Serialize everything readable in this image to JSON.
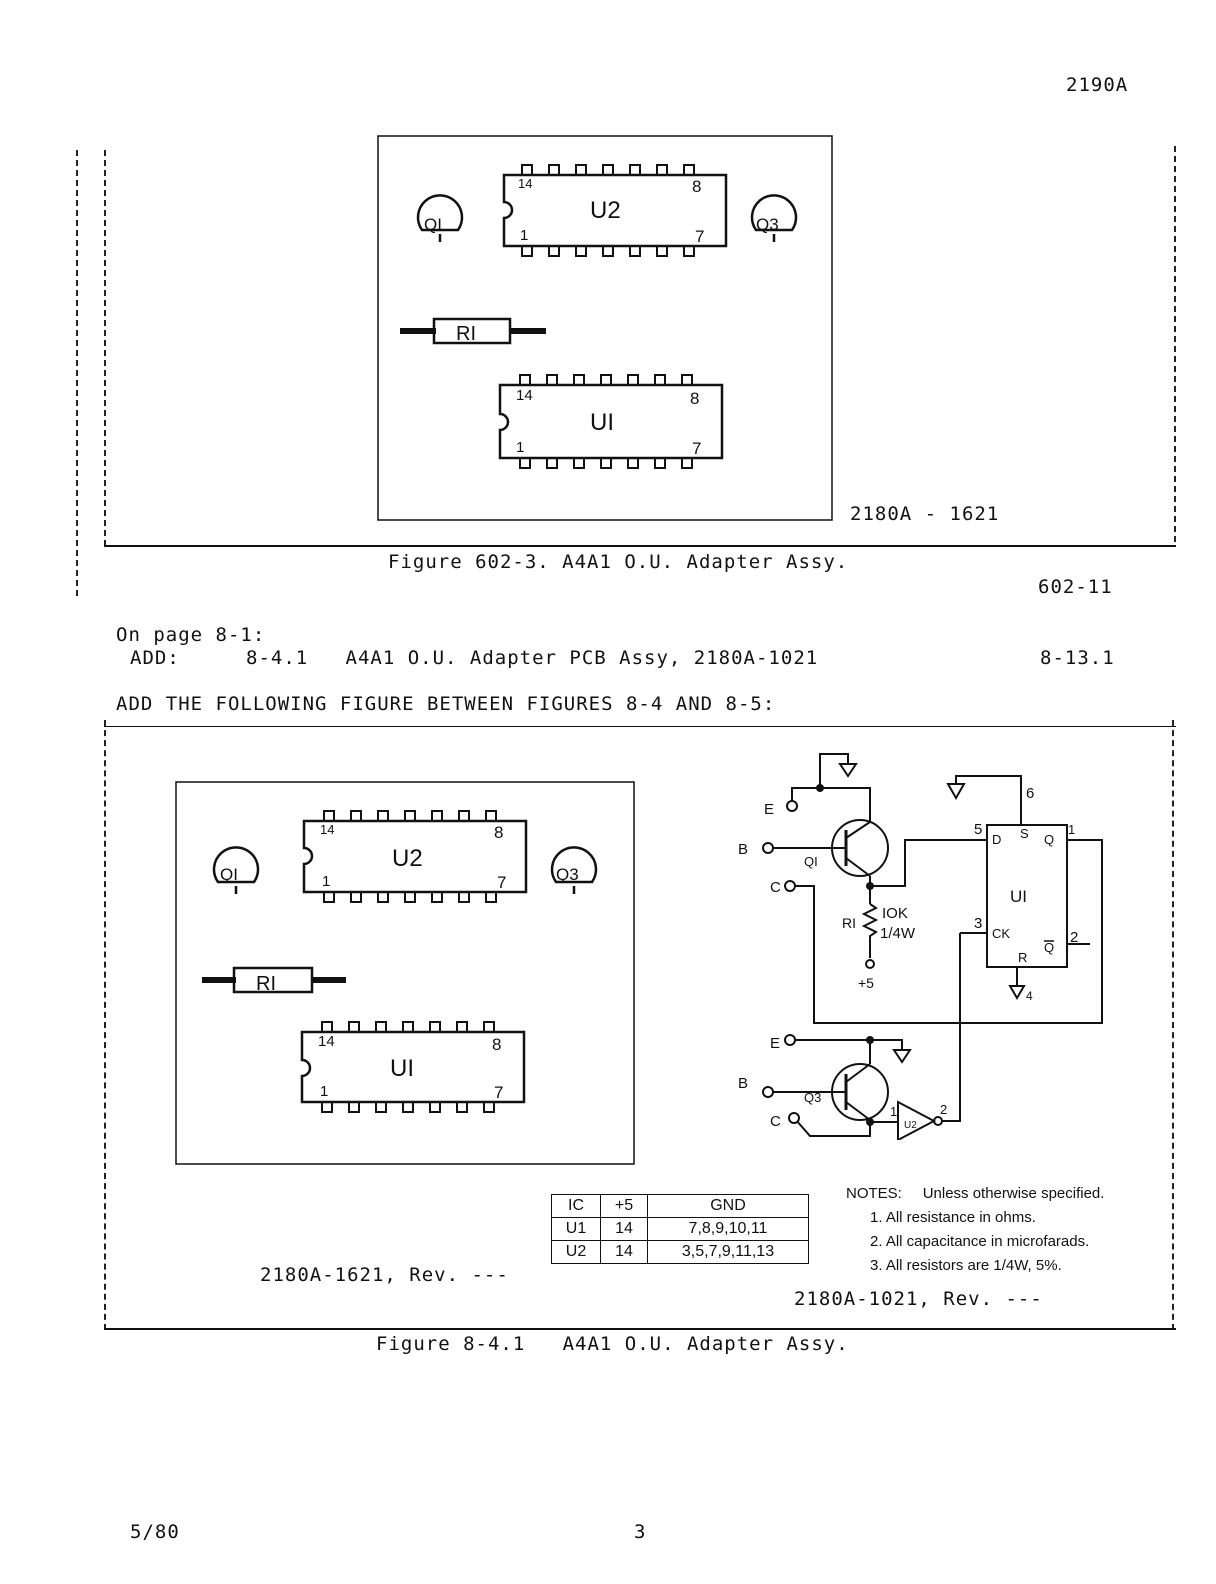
{
  "header": {
    "doc_number": "2190A"
  },
  "figure1": {
    "board": {
      "u2": "U2",
      "u1": "UI",
      "q1": "QI",
      "q3": "Q3",
      "r1": "RI",
      "pin14": "14",
      "pin8": "8",
      "pin1": "1",
      "pin7": "7"
    },
    "drawing_number": "2180A - 1621",
    "caption": "Figure 602-3. A4A1 O.U. Adapter Assy.",
    "page_ref": "602-11"
  },
  "instructions": {
    "on_page": "On page 8-1:",
    "add_label": "ADD:",
    "add_item": "8-4.1   A4A1 O.U. Adapter PCB Assy, 2180A-1021",
    "add_page": "8-13.1",
    "add_figure": "ADD THE FOLLOWING FIGURE BETWEEN FIGURES 8-4 AND 8-5:"
  },
  "figure2": {
    "board": {
      "u2": "U2",
      "u1": "UI",
      "q1": "QI",
      "q3": "Q3",
      "r1": "RI",
      "pin14": "14",
      "pin8": "8",
      "pin1": "1",
      "pin7": "7"
    },
    "schematic": {
      "e": "E",
      "b": "B",
      "c": "C",
      "q1": "QI",
      "q3": "Q3",
      "r1": "RI",
      "r1_value": "IOK",
      "r1_power": "1/4W",
      "plus5": "+5",
      "u1": "UI",
      "d": "D",
      "s": "S",
      "q": "Q",
      "ck": "CK",
      "r": "R",
      "qbar": "Q",
      "pin5": "5",
      "pin6": "6",
      "pin1": "1",
      "pin3": "3",
      "pin2": "2",
      "pin4": "4",
      "u2": "U2",
      "u2_in": "1",
      "u2_out": "2"
    },
    "ic_table": {
      "headers": [
        "IC",
        "+5",
        "GND"
      ],
      "rows": [
        [
          "U1",
          "14",
          "7,8,9,10,11"
        ],
        [
          "U2",
          "14",
          "3,5,7,9,11,13"
        ]
      ]
    },
    "notes": {
      "title": "NOTES:",
      "subtitle": "Unless otherwise specified.",
      "items": [
        "1. All resistance in ohms.",
        "2. All capacitance in microfarads.",
        "3. All resistors are 1/4W, 5%."
      ]
    },
    "assy_number": "2180A-1621, Rev. ---",
    "schematic_number": "2180A-1021, Rev. ---",
    "caption": "Figure 8-4.1   A4A1 O.U. Adapter Assy."
  },
  "footer": {
    "date": "5/80",
    "page": "3"
  }
}
